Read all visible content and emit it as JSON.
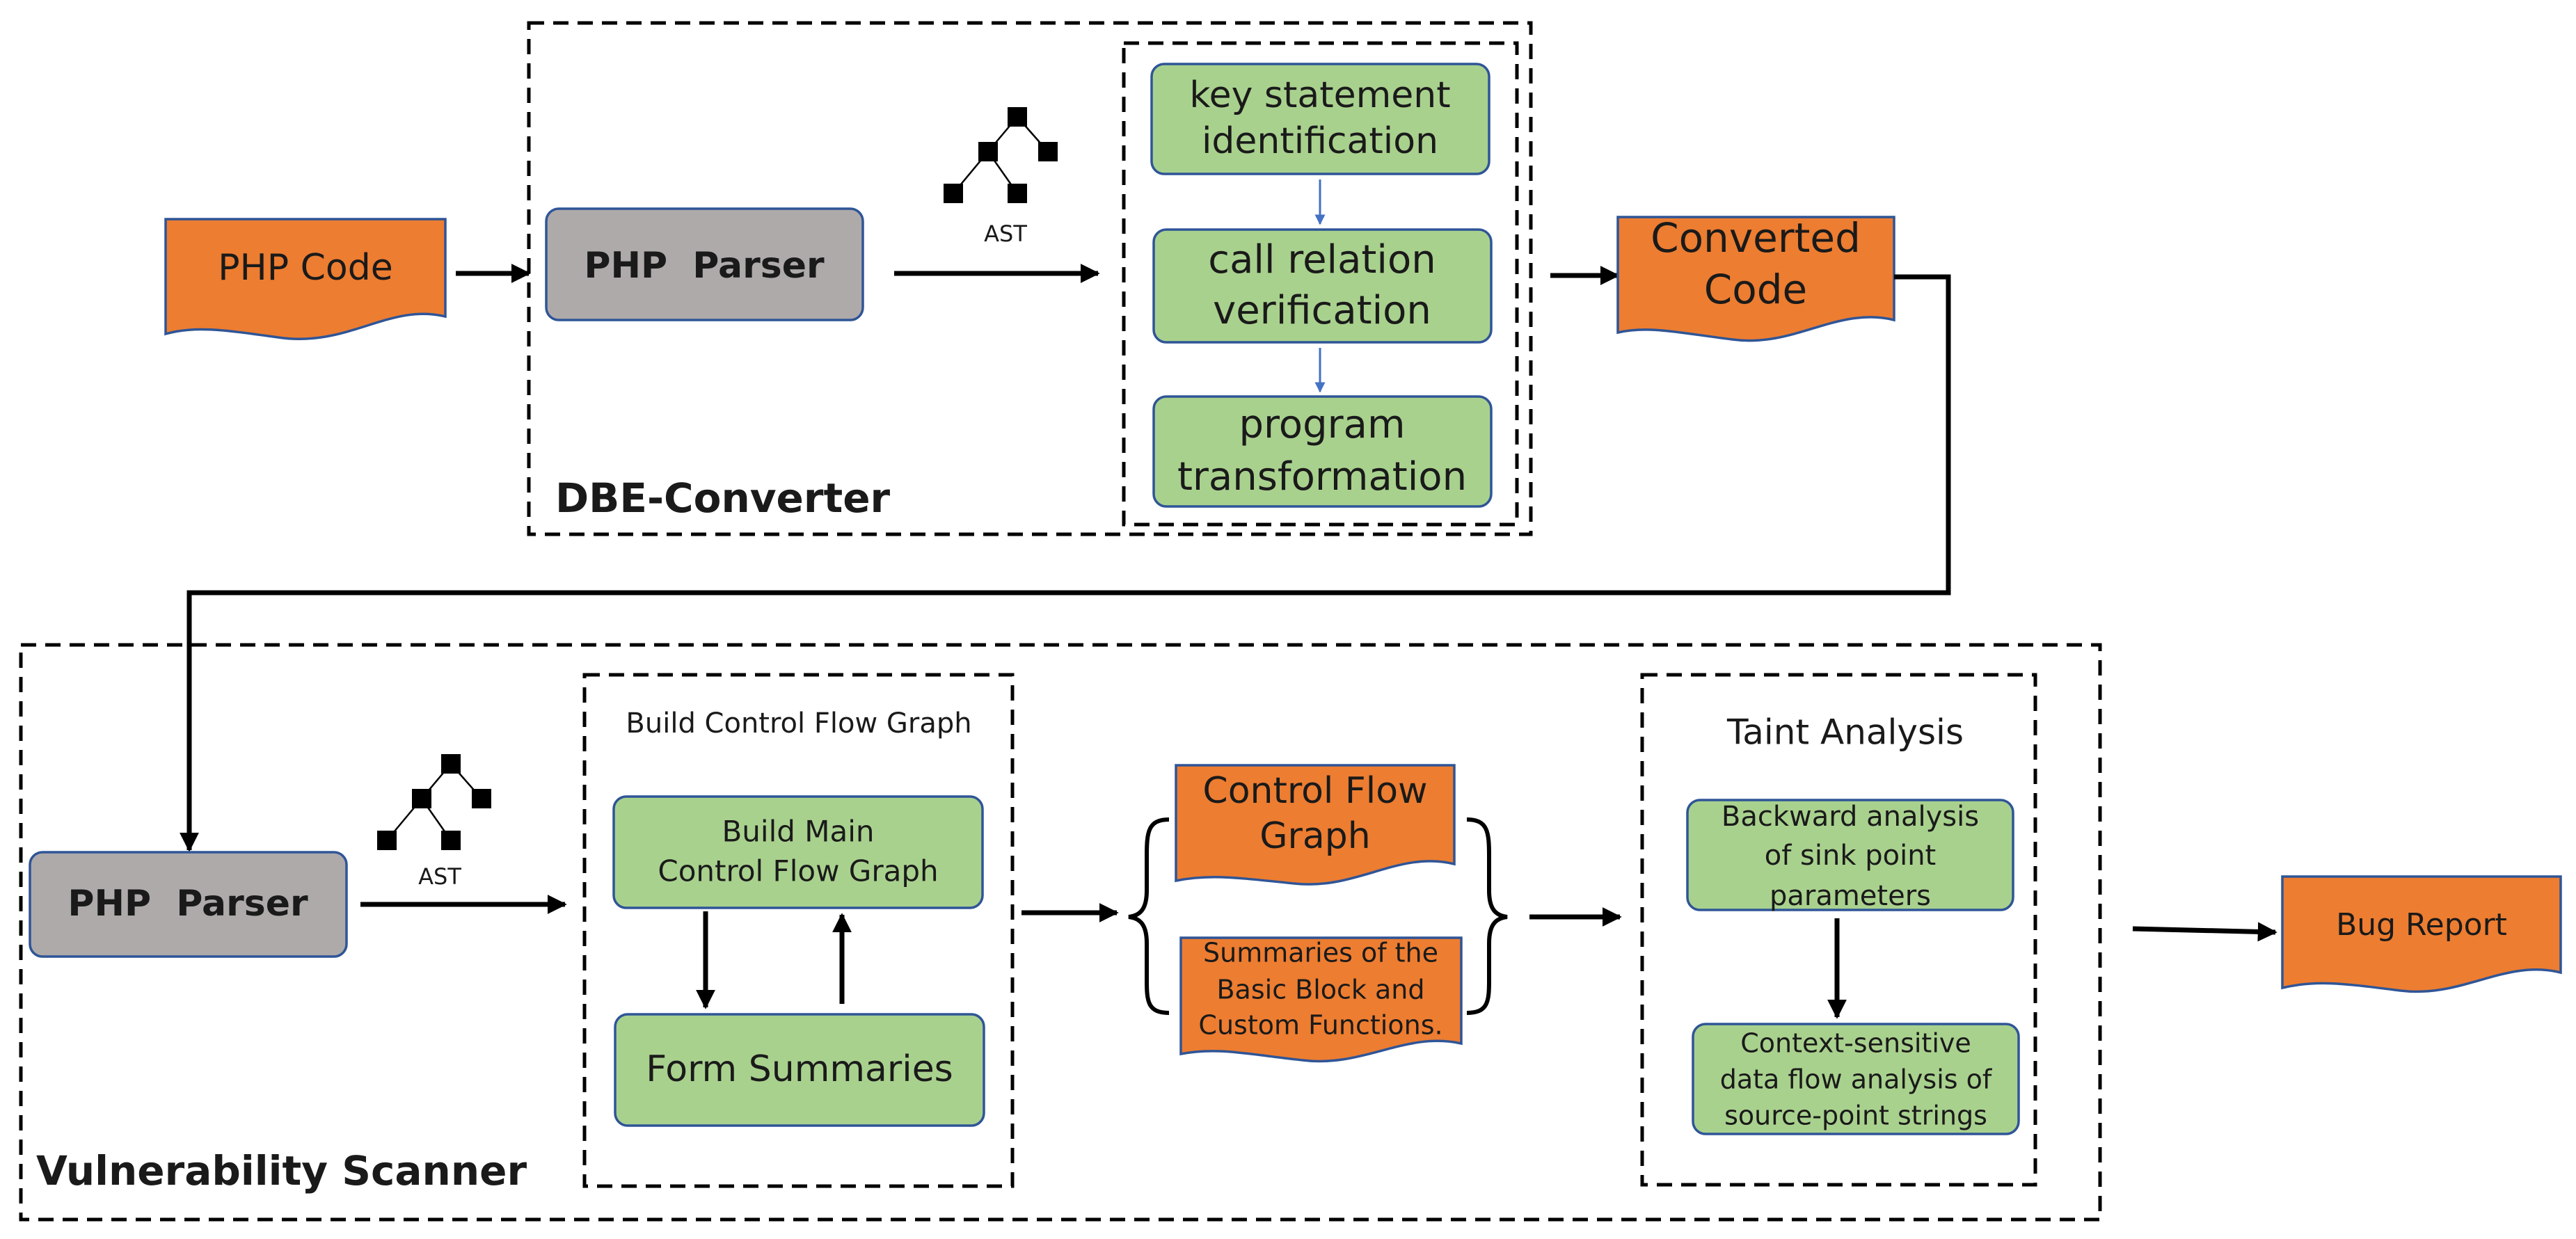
{
  "inputs": {
    "php_code": "PHP Code"
  },
  "converter": {
    "title": "DBE-Converter",
    "parser": "PHP  Parser",
    "ast": "AST",
    "steps": [
      [
        "key statement",
        "identification"
      ],
      [
        "call relation",
        "verification"
      ],
      [
        "program",
        "transformation"
      ]
    ]
  },
  "converted_code": [
    "Converted",
    "Code"
  ],
  "scanner": {
    "title": "Vulnerability Scanner",
    "parser": "PHP  Parser",
    "ast": "AST",
    "cfg_group": {
      "title": "Build Control Flow Graph",
      "build_main": [
        "Build Main",
        "Control Flow Graph"
      ],
      "form_summaries": "Form Summaries"
    },
    "outputs": {
      "cfg": [
        "Control Flow",
        "Graph"
      ],
      "summaries": [
        "Summaries of the",
        "Basic Block and",
        "Custom Functions."
      ]
    },
    "taint": {
      "title": "Taint Analysis",
      "backward": [
        "Backward analysis",
        "of sink point",
        "parameters"
      ],
      "context": [
        "Context-sensitive",
        "data flow analysis of",
        "source-point strings"
      ]
    }
  },
  "bug_report": "Bug Report",
  "colors": {
    "orange": "#ed7d31",
    "green": "#a9d18e",
    "gray": "#aeaaaa",
    "border_blue": "#2f5597",
    "arrow_blue": "#4472c4"
  }
}
